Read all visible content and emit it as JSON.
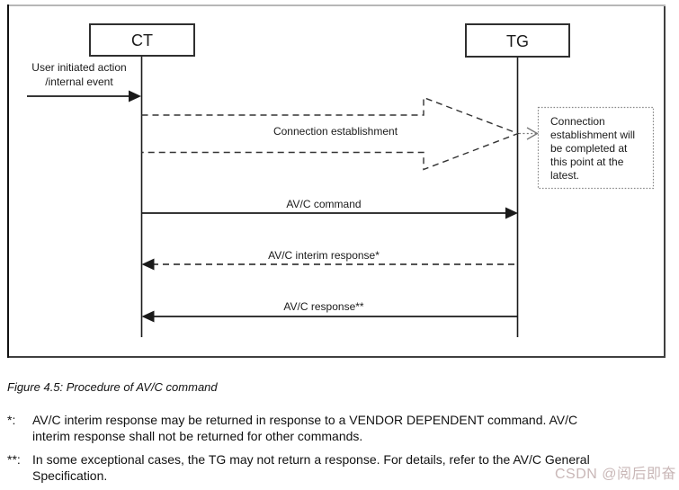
{
  "figure": {
    "ct": "CT",
    "tg": "TG",
    "user_event_line1": "User initiated action",
    "user_event_line2": "/internal event",
    "connection_label": "Connection establishment",
    "note": {
      "line1": "Connection",
      "line2": "establishment will",
      "line3": "be completed at",
      "line4": "this point at the",
      "line5": "latest."
    },
    "messages": {
      "command": "AV/C command",
      "interim": "AV/C interim response*",
      "response": "AV/C response**"
    }
  },
  "caption": "Figure 4.5: Procedure of AV/C command",
  "footnotes": [
    {
      "marker": "*:",
      "line1": "AV/C interim response may be returned in response to a VENDOR DEPENDENT command. AV/C",
      "line2": "interim response shall not be returned for other commands."
    },
    {
      "marker": "**:",
      "line1": "In some exceptional cases, the TG may not return a response. For details, refer to the AV/C General",
      "line2": "Specification."
    }
  ],
  "watermark": "CSDN @阅后即奋",
  "colors": {
    "ink": "#1a1a1a",
    "box_stroke": "#2f2f2f",
    "border_gray": "#3f3f3f",
    "note_gray": "#777777",
    "watermark": "#c9b7b7"
  }
}
